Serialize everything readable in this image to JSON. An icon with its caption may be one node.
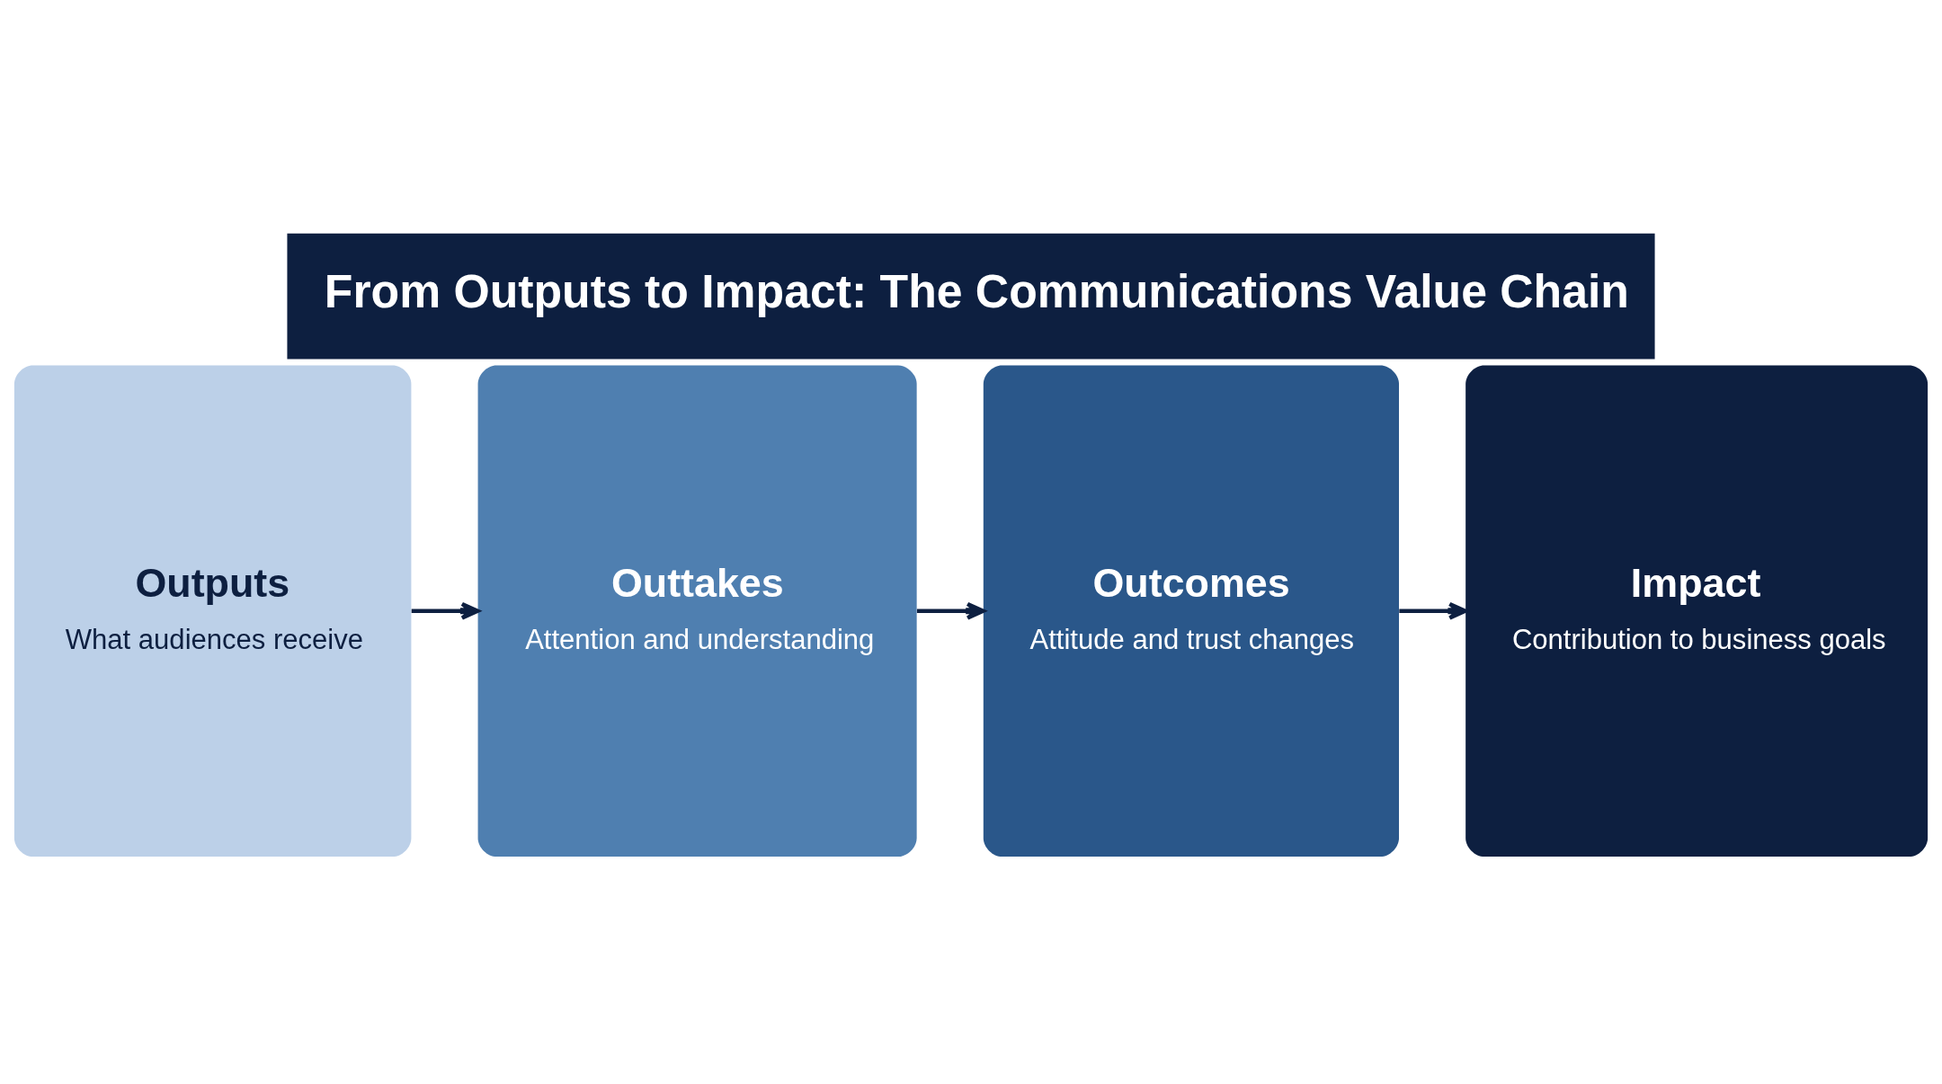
{
  "diagram": {
    "title": "From Outputs to Impact: The Communications Value Chain",
    "nodes": [
      {
        "text": [
          "Outputs",
          "What audiences receive"
        ]
      },
      {
        "text": [
          "Outtakes",
          "Attention and understanding"
        ]
      },
      {
        "text": [
          "Outcomes",
          "Attitude and trust changes"
        ]
      },
      {
        "text": [
          "Impact",
          "Contribution to business goals"
        ]
      }
    ],
    "edges": [
      {
        "from": 0,
        "to": 1,
        "arrow": "to"
      },
      {
        "from": 1,
        "to": 2,
        "arrow": "to"
      },
      {
        "from": 2,
        "to": 3,
        "arrow": "to"
      }
    ]
  }
}
